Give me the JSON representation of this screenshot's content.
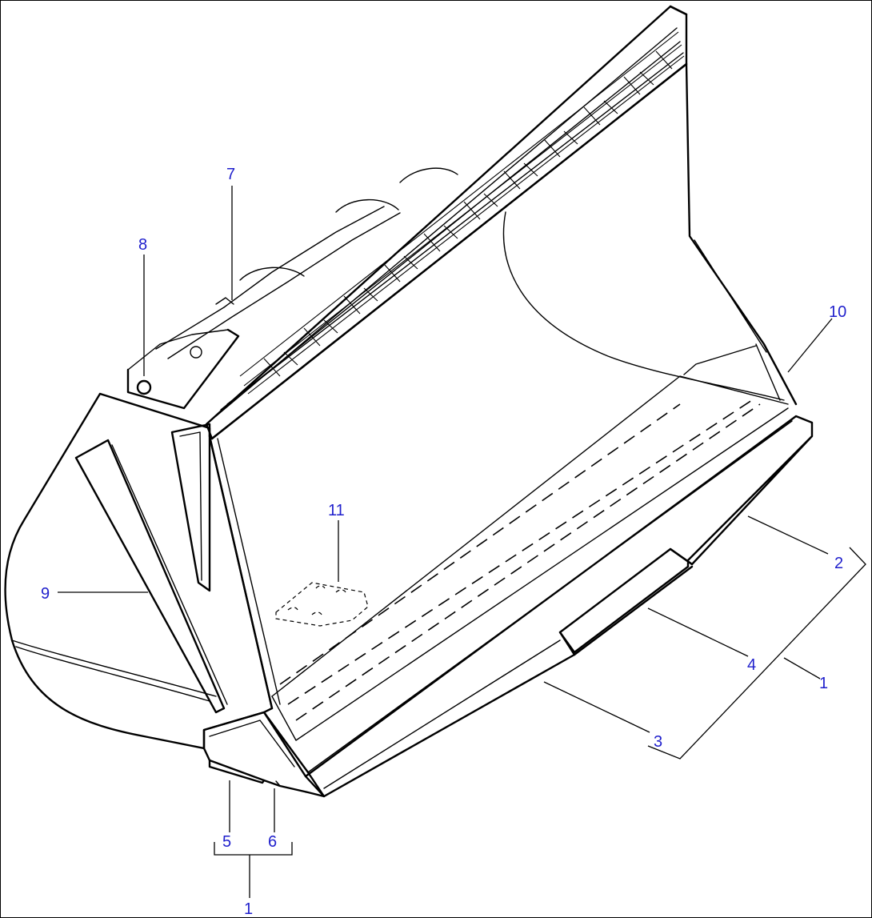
{
  "callouts": {
    "c1a": "1",
    "c1b": "1",
    "c2": "2",
    "c3": "3",
    "c4": "4",
    "c5": "5",
    "c6": "6",
    "c7": "7",
    "c8": "8",
    "c9": "9",
    "c10": "10",
    "c11": "11"
  },
  "colors": {
    "callout_text": "#1f1fcc",
    "line_art": "#000000"
  }
}
